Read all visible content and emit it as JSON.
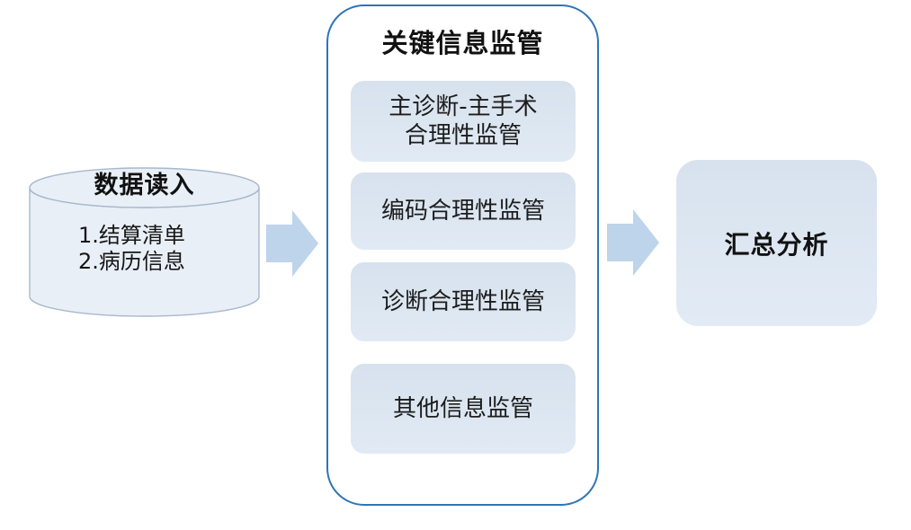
{
  "diagram": {
    "type": "flowchart",
    "colors": {
      "background": "#ffffff",
      "panel_border": "#2e75b6",
      "box_fill_top": "#d7e2ee",
      "box_fill_bottom": "#e1eaf4",
      "cylinder_fill": "#e9eff7",
      "cylinder_border": "#a7b8cc",
      "arrow_fill": "#bdd4eb",
      "text": "#111111"
    },
    "cylinder": {
      "title": "数据读入",
      "items": [
        "1.结算清单",
        "2.病历信息"
      ]
    },
    "panel": {
      "title": "关键信息监管",
      "items": [
        {
          "lines": [
            "主诊断-主手术",
            "合理性监管"
          ]
        },
        {
          "lines": [
            "编码合理性监管"
          ]
        },
        {
          "lines": [
            "诊断合理性监管"
          ]
        },
        {
          "lines": [
            "其他信息监管"
          ]
        }
      ]
    },
    "result": {
      "title": "汇总分析"
    },
    "icons": {
      "flow_arrow": "right-block-arrow"
    }
  }
}
